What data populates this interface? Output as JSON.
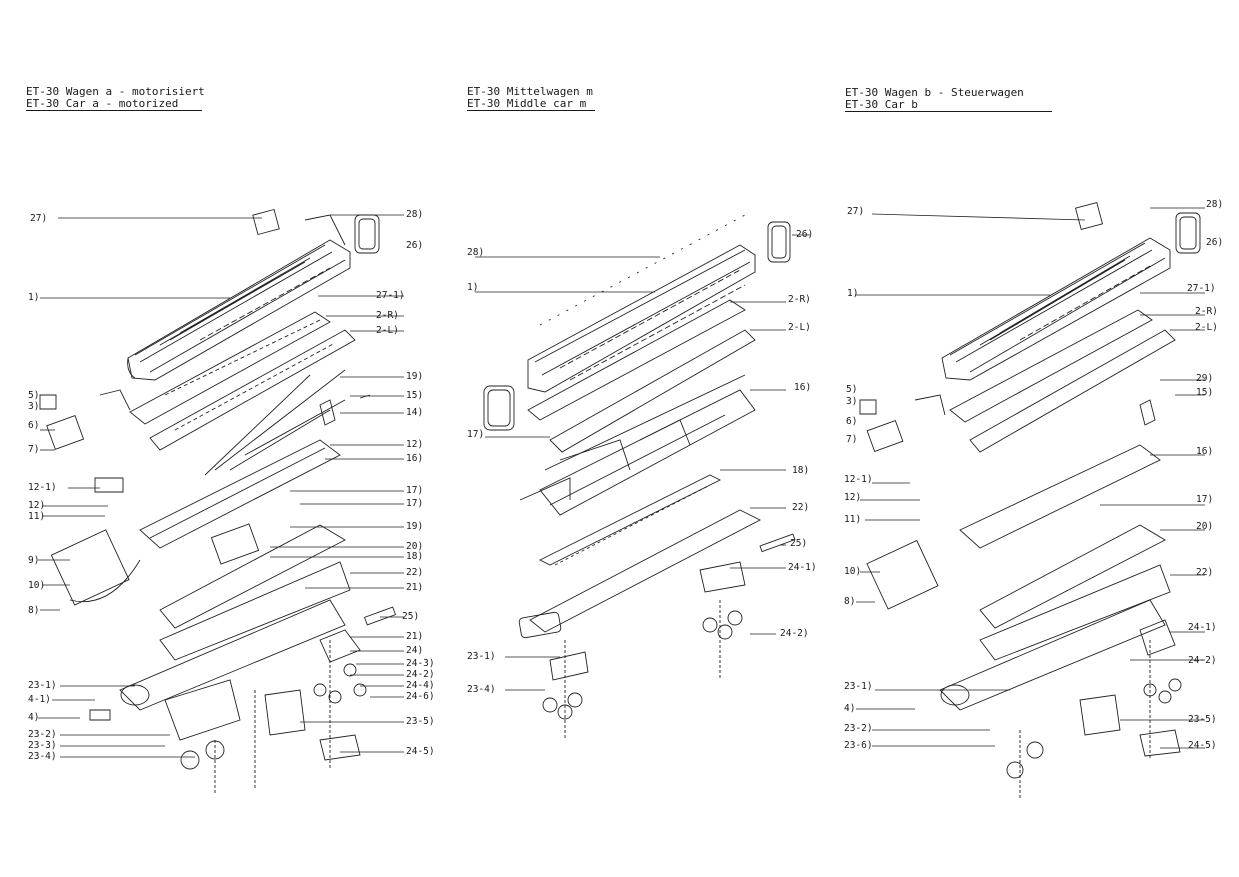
{
  "panels": [
    {
      "id": "wagen-a",
      "title_de": "ET-30 Wagen a - motorisiert",
      "title_en": "ET-30 Car a - motorized",
      "labels": [
        "27)",
        "28)",
        "26)",
        "1)",
        "27-1)",
        "2-R)",
        "2-L)",
        "5)",
        "3)",
        "6)",
        "7)",
        "19)",
        "15)",
        "14)",
        "12)",
        "16)",
        "12-1)",
        "12)",
        "11)",
        "17)",
        "17)",
        "19)",
        "20)",
        "18)",
        "9)",
        "10)",
        "22)",
        "21)",
        "8)",
        "25)",
        "21)",
        "24)",
        "24-3)",
        "24-2)",
        "23-1)",
        "4-1)",
        "24-4)",
        "24-6)",
        "4)",
        "23-5)",
        "23-2)",
        "23-3)",
        "23-4)",
        "24-5)"
      ]
    },
    {
      "id": "mittelwagen-m",
      "title_de": "ET-30 Mittelwagen m",
      "title_en": "ET-30 Middle car m",
      "labels": [
        "26)",
        "28)",
        "1)",
        "2-R)",
        "2-L)",
        "16)",
        "17)",
        "18)",
        "22)",
        "25)",
        "24-1)",
        "24-2)",
        "23-1)",
        "23-4)"
      ]
    },
    {
      "id": "wagen-b",
      "title_de": "ET-30 Wagen b - Steuerwagen",
      "title_en": "ET-30 Car b",
      "labels": [
        "27)",
        "28)",
        "26)",
        "1)",
        "27-1)",
        "2-R)",
        "2-L)",
        "5)",
        "3)",
        "29)",
        "15)",
        "6)",
        "7)",
        "16)",
        "12-1)",
        "12)",
        "11)",
        "17)",
        "20)",
        "10)",
        "22)",
        "8)",
        "24-1)",
        "24-2)",
        "23-1)",
        "4)",
        "23-5)",
        "23-2)",
        "23-6)",
        "24-5)"
      ]
    }
  ]
}
